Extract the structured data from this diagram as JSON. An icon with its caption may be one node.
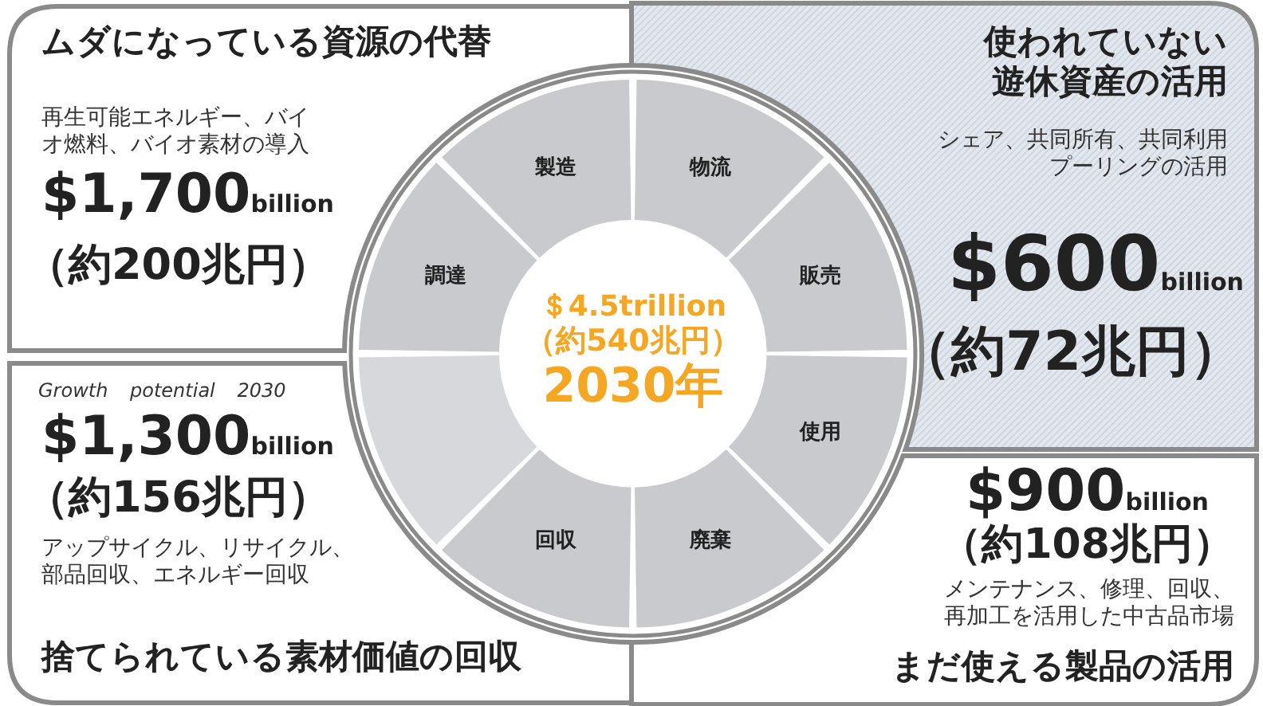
{
  "diagram": {
    "nodes": [
      {
        "text": [
          "ムダになっている資源の代替",
          "再生可能エネルギー、バイオ燃料、バイオ素材の導入",
          "$1,700",
          "billion",
          "（約200兆円）"
        ]
      },
      {
        "text": [
          "使われていない遊休資産の活用",
          "シェア、共同所有、共同利用プーリングの活用",
          "$600",
          "billion",
          "（約72兆円）"
        ]
      },
      {
        "text": [
          "$1,300",
          "billion",
          "（約156兆円）",
          "アップサイクル、リサイクル、部品回収、エネルギー回収",
          "捨てられている素材価値の回収"
        ]
      },
      {
        "text": [
          "$900",
          "billion",
          "（約108兆円）",
          "メンテナンス、修理、回収、再加工を活用した中古品市場",
          "まだ使える製品の活用"
        ]
      },
      {
        "text": [
          "＄4.5trillion",
          "（約540兆円）",
          "2030年"
        ]
      },
      {
        "text": [
          "製造"
        ]
      },
      {
        "text": [
          "物流"
        ]
      },
      {
        "text": [
          "販売"
        ]
      },
      {
        "text": [
          "使用"
        ]
      },
      {
        "text": [
          "廃棄"
        ]
      },
      {
        "text": [
          "回収"
        ]
      },
      {
        "text": [],
        "shape": "box"
      },
      {
        "text": [
          "調達"
        ]
      }
    ],
    "edges": [],
    "labels": [
      "Growth potential 2030"
    ]
  }
}
